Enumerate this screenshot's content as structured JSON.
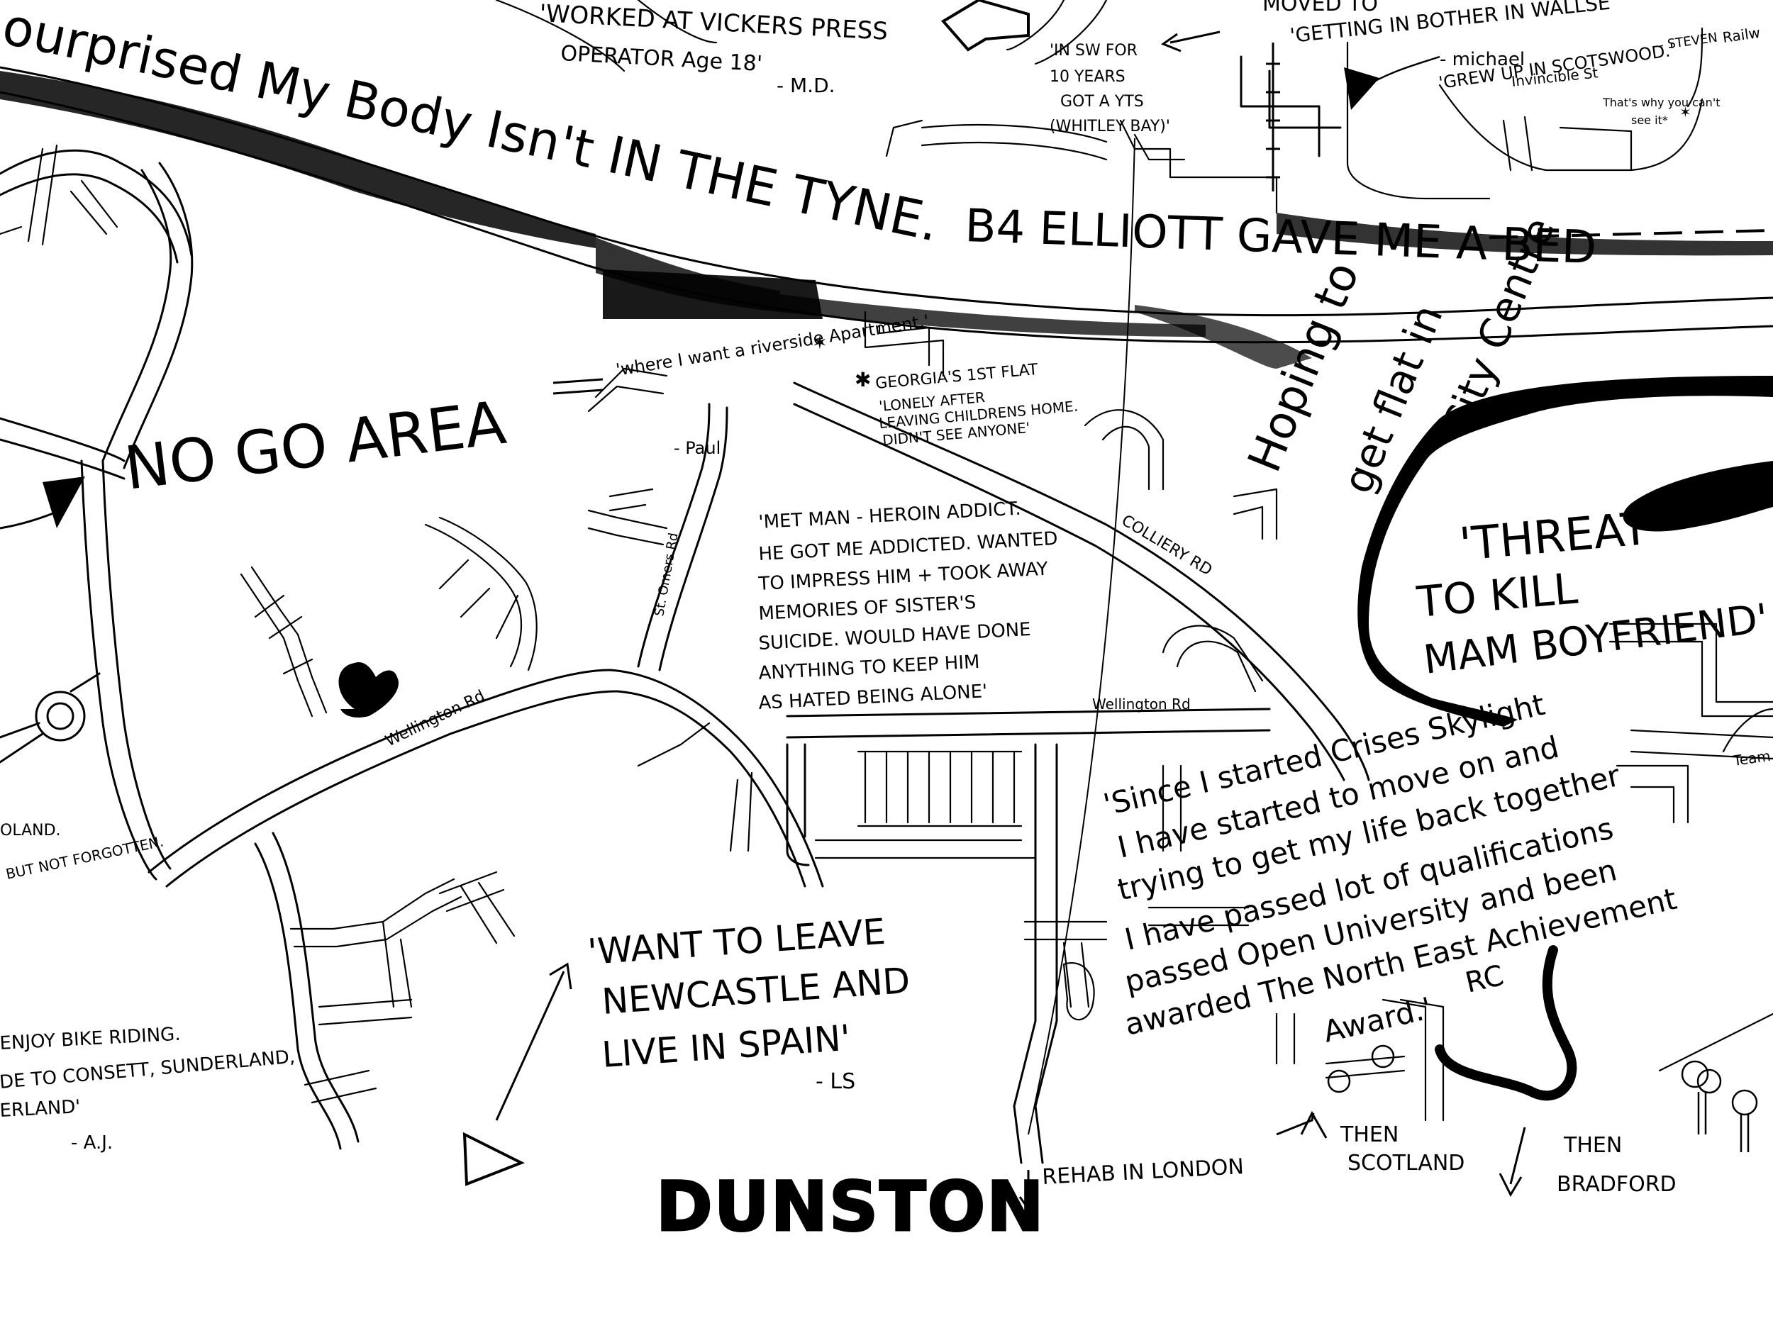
{
  "streets": {
    "wellington_rd_west": "Wellington Rd",
    "wellington_rd_east": "Wellington Rd",
    "st_omers_rd": "St. Omers Rd",
    "colliery_rd": "COLLIERY RD",
    "invincible_st": "Invincible St",
    "team": "Team",
    "railw": "Railw"
  },
  "place_label": "DUNSTON",
  "river_banner": {
    "part1": "ourprised My Body Isn't IN THE TYNE.",
    "part2": "B4 ELLIOTT GAVE ME A BED"
  },
  "annotations": {
    "no_go_area": "NO GO AREA",
    "riverside_quote": "'where I want a riverside Apartment.'",
    "riverside_author": "- Paul",
    "georgia_1": "GEORGIA'S 1ST FLAT",
    "georgia_2": "'LONELY AFTER",
    "georgia_3": "LEAVING CHILDRENS HOME.",
    "georgia_4": "DIDN'T SEE ANYONE'",
    "heroin": [
      "'MET MAN - HEROIN ADDICT.",
      "HE GOT ME ADDICTED. WANTED",
      "TO IMPRESS HIM + TOOK AWAY",
      "MEMORIES OF SISTER'S",
      "SUICIDE. WOULD HAVE DONE",
      "ANYTHING TO KEEP HIM",
      "AS HATED BEING ALONE'"
    ],
    "vickers_1": "'WORKED AT VICKERS PRESS",
    "vickers_2": "OPERATOR Age 18'",
    "vickers_author": "- M.D.",
    "sw_1": "'IN SW FOR",
    "sw_2": "10 YEARS",
    "sw_3": "GOT A YTS",
    "sw_4": "(WHITLEY BAY)'",
    "moved_1": "MOVED TO",
    "moved_2": "'GETTING IN BOTHER IN WALLSE",
    "moved_author": "- michael",
    "scotswood_1": "'GREW UP IN SCOTSWOOD.'",
    "scotswood_author": "- STEVEN",
    "scotswood_2": "That's why you can't",
    "scotswood_3": "see it*",
    "hoping_1": "Hoping to",
    "hoping_2": "get flat in",
    "hoping_3": "City Centre",
    "threat_1": "'THREAT",
    "threat_2": "TO KILL",
    "threat_3": "MAM BOYFRIEND'",
    "spain_1": "'WANT TO LEAVE",
    "spain_2": "NEWCASTLE AND",
    "spain_3": "LIVE IN SPAIN'",
    "spain_author": "- LS",
    "crisis": [
      "'Since I started Crises Skylight",
      "I have started to move on and",
      "trying to get my life back together",
      "I have passed lot of qualifications",
      "passed Open University and been",
      "awarded The North East Achievement",
      "Award.'"
    ],
    "crisis_author": "RC",
    "rehab": "REHAB IN LONDON",
    "scotland_1": "THEN",
    "scotland_2": "SCOTLAND",
    "bradford_1": "THEN",
    "bradford_2": "BRADFORD",
    "bike_1": "ENJOY BIKE RIDING.",
    "bike_2": "DE TO CONSETT, SUNDERLAND,",
    "bike_3": "ERLAND'",
    "bike_author": "- A.J.",
    "forgotten_1": "OLAND.",
    "forgotten_2": "BUT NOT FORGOTTEN."
  }
}
